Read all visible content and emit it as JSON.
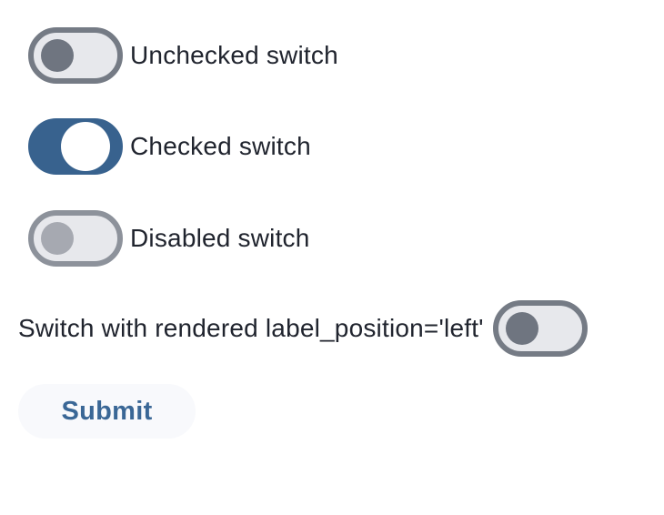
{
  "page": {
    "background": "#ffffff"
  },
  "colors": {
    "accent_blue": "#38628e",
    "track_gray": "#e7e8ec",
    "border_gray": "#757b85",
    "border_gray_disabled": "#8d929b",
    "knob_gray": "#6f7580",
    "knob_gray_disabled": "#a6a9b1",
    "knob_white": "#ffffff",
    "label_text": "#20242e",
    "submit_text": "#3a6796",
    "submit_bg": "#f8f9fc"
  },
  "switches": [
    {
      "label": "Unchecked switch",
      "state": "unchecked",
      "disabled": false,
      "label_position": "right"
    },
    {
      "label": "Checked switch",
      "state": "checked",
      "disabled": false,
      "label_position": "right"
    },
    {
      "label": "Disabled switch",
      "state": "unchecked",
      "disabled": true,
      "label_position": "right"
    },
    {
      "label": "Switch with rendered label_position='left'",
      "state": "unchecked",
      "disabled": false,
      "label_position": "left"
    }
  ],
  "submit": {
    "label": "Submit"
  }
}
